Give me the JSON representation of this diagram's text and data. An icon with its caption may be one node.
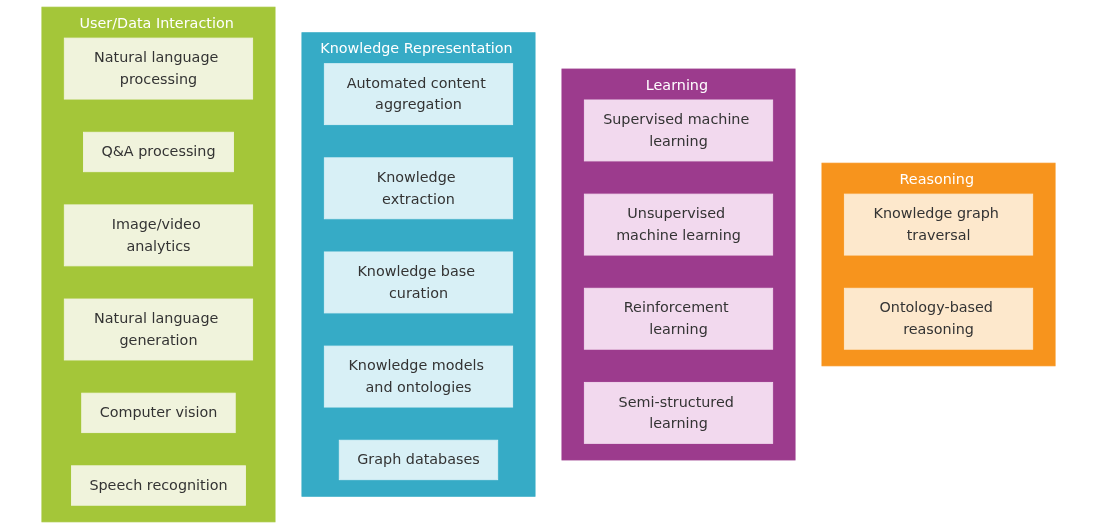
{
  "diagram": {
    "nodes": [
      {
        "text": [
          "User/Data Interaction"
        ]
      },
      {
        "text": [
          "Natural language processing"
        ],
        "in": 0
      },
      {
        "text": [
          "Q&A processing"
        ],
        "in": 0
      },
      {
        "text": [
          "Image/video analytics"
        ],
        "in": 0
      },
      {
        "text": [
          "Natural language generation"
        ],
        "in": 0
      },
      {
        "text": [
          "Computer vision"
        ],
        "in": 0
      },
      {
        "text": [
          "Speech recognition"
        ],
        "in": 0
      },
      {
        "text": [
          "Knowledge Representation"
        ]
      },
      {
        "text": [
          "Automated content aggregation"
        ],
        "in": 7
      },
      {
        "text": [
          "Knowledge extraction"
        ],
        "in": 7
      },
      {
        "text": [
          "Knowledge base curation"
        ],
        "in": 7
      },
      {
        "text": [
          "Knowledge models and ontologies"
        ],
        "in": 7
      },
      {
        "text": [
          "Graph databases"
        ],
        "in": 7
      },
      {
        "text": [
          "Learning"
        ]
      },
      {
        "text": [
          "Supervised machine learning"
        ],
        "in": 13
      },
      {
        "text": [
          "Unsupervised machine learning"
        ],
        "in": 13
      },
      {
        "text": [
          "Reinforcement learning"
        ],
        "in": 13
      },
      {
        "text": [
          "Semi-structured learning"
        ],
        "in": 13
      },
      {
        "text": [
          "Reasoning"
        ]
      },
      {
        "text": [
          "Knowledge graph traversal"
        ],
        "in": 18
      },
      {
        "text": [
          "Ontology-based reasoning"
        ],
        "in": 18
      }
    ]
  }
}
